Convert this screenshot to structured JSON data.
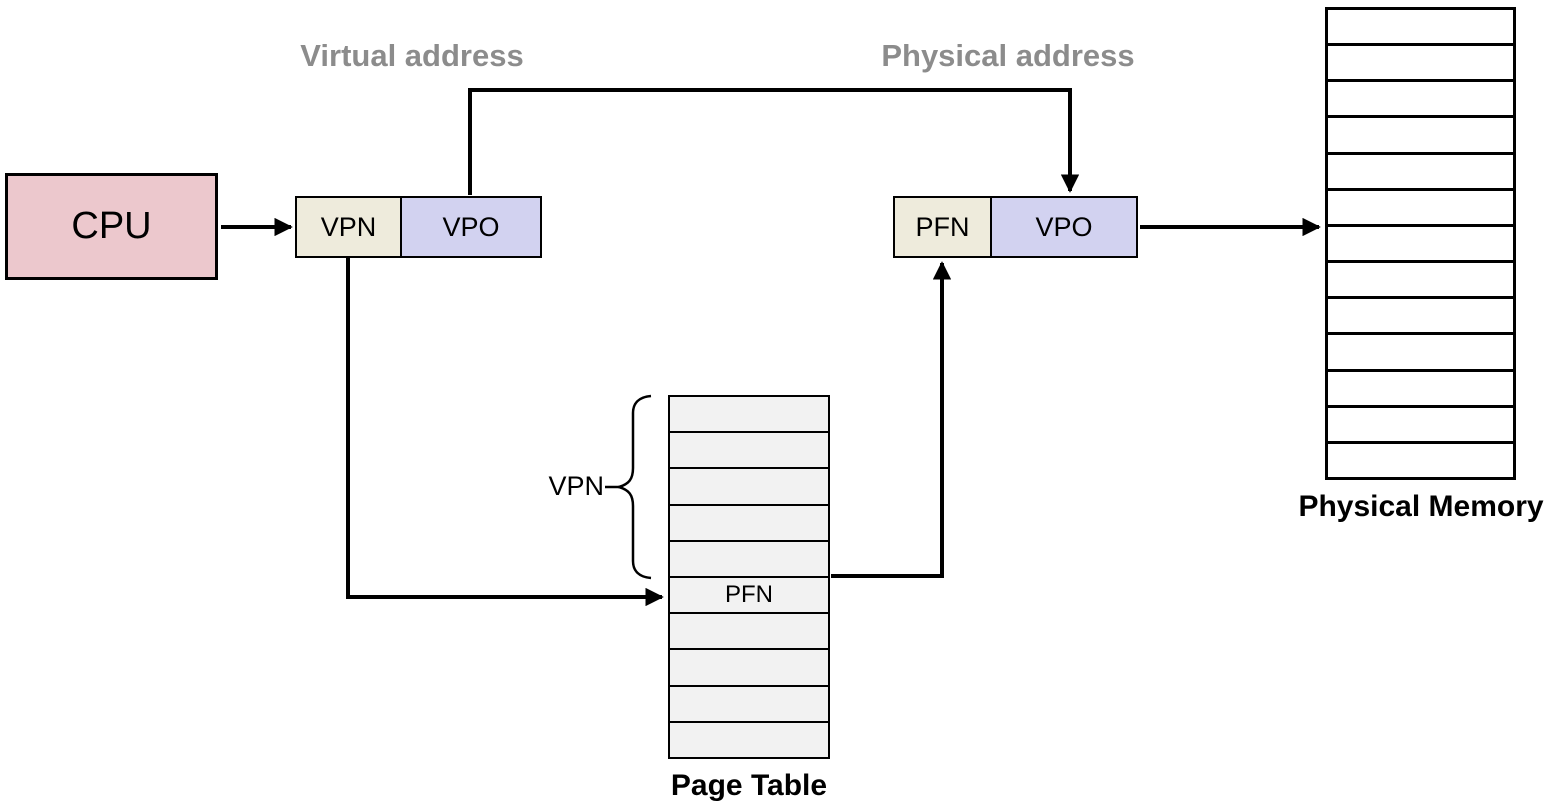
{
  "diagram": {
    "titles": {
      "virtual_address": "Virtual address",
      "physical_address": "Physical address",
      "page_table": "Page Table",
      "physical_memory": "Physical Memory"
    },
    "cpu_label": "CPU",
    "virtual_address_fields": {
      "vpn": "VPN",
      "vpo": "VPO"
    },
    "physical_address_fields": {
      "pfn": "PFN",
      "vpo": "VPO"
    },
    "vpn_brace_label": "VPN",
    "page_table": {
      "rows": 10,
      "pfn_row_index": 5,
      "pfn_label": "PFN"
    },
    "physical_memory": {
      "rows": 13
    },
    "colors": {
      "cpu_fill": "#ecc8cd",
      "field_beige": "#eeebdc",
      "field_lavender": "#d2d2f0",
      "page_table_cell": "#f2f2f2",
      "memory_cell": "#ffffff",
      "stroke": "#000000",
      "muted_label": "#8c8c8c"
    }
  }
}
